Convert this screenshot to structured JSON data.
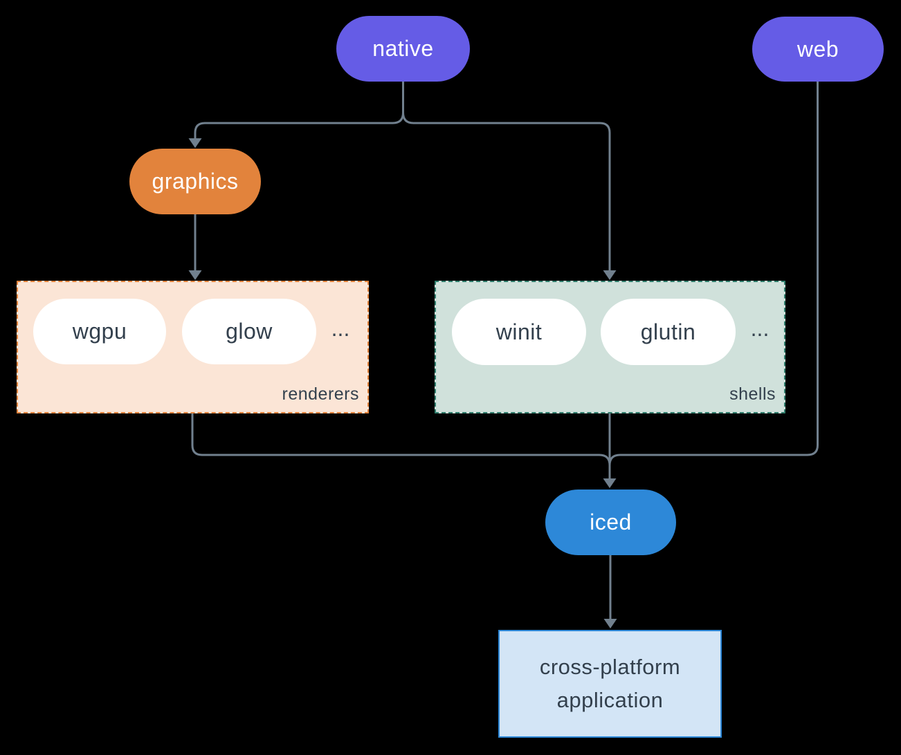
{
  "colors": {
    "background": "#000000",
    "connector_gray": "#71808e",
    "node_purple": "#655ce6",
    "node_orange": "#e2833c",
    "node_blue": "#2d88d8",
    "pill_white": "#ffffff",
    "dark_text": "#33404d",
    "renderers_box_bg": "#fbe5d6",
    "renderers_box_border": "#e2833c",
    "shells_box_bg": "#d0e1db",
    "shells_box_border": "#2f7d6c",
    "application_box_bg": "#d3e5f6",
    "application_box_border": "#2d88d8"
  },
  "nodes": {
    "native": {
      "label": "native"
    },
    "web": {
      "label": "web"
    },
    "graphics": {
      "label": "graphics"
    },
    "iced": {
      "label": "iced"
    },
    "application": {
      "line1": "cross-platform",
      "line2": "application"
    }
  },
  "groups": {
    "renderers": {
      "label": "renderers",
      "items": [
        "wgpu",
        "glow"
      ],
      "ellipsis": "..."
    },
    "shells": {
      "label": "shells",
      "items": [
        "winit",
        "glutin"
      ],
      "ellipsis": "..."
    }
  }
}
